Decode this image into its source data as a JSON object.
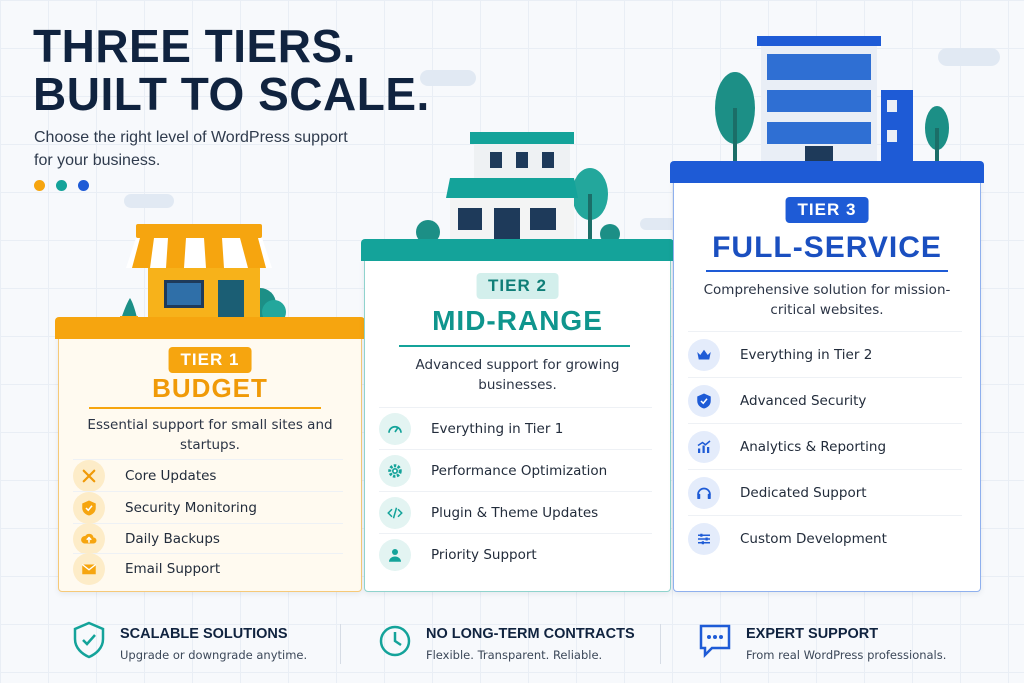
{
  "header": {
    "title_line1": "THREE TIERS.",
    "title_line2": "BUILT TO SCALE.",
    "subtitle": "Choose the right level of WordPress support for your business."
  },
  "colors": {
    "budget": "#f6a50f",
    "midrange": "#14a39a",
    "fullservice": "#1e5bd6",
    "navy": "#10233f"
  },
  "tiers": [
    {
      "badge": "TIER 1",
      "name": "BUDGET",
      "description": "Essential support for small sites and startups.",
      "features": [
        {
          "icon": "tools-icon",
          "label": "Core Updates"
        },
        {
          "icon": "shield-check-icon",
          "label": "Security Monitoring"
        },
        {
          "icon": "cloud-upload-icon",
          "label": "Daily Backups"
        },
        {
          "icon": "envelope-icon",
          "label": "Email Support"
        }
      ]
    },
    {
      "badge": "TIER 2",
      "name": "MID-RANGE",
      "description": "Advanced support for growing businesses.",
      "features": [
        {
          "icon": "speedometer-icon",
          "label": "Everything in Tier 1"
        },
        {
          "icon": "gear-icon",
          "label": "Performance Optimization"
        },
        {
          "icon": "code-icon",
          "label": "Plugin & Theme Updates"
        },
        {
          "icon": "user-icon",
          "label": "Priority Support"
        }
      ]
    },
    {
      "badge": "TIER 3",
      "name": "FULL-SERVICE",
      "description": "Comprehensive solution for mission-critical websites.",
      "features": [
        {
          "icon": "crown-icon",
          "label": "Everything in Tier 2"
        },
        {
          "icon": "shield-check-icon",
          "label": "Advanced Security"
        },
        {
          "icon": "analytics-icon",
          "label": "Analytics & Reporting"
        },
        {
          "icon": "headset-icon",
          "label": "Dedicated Support"
        },
        {
          "icon": "sliders-icon",
          "label": "Custom Development"
        }
      ]
    }
  ],
  "footer": [
    {
      "icon": "shield-check-icon",
      "title": "SCALABLE SOLUTIONS",
      "subtitle": "Upgrade or downgrade anytime."
    },
    {
      "icon": "clock-icon",
      "title": "NO LONG-TERM CONTRACTS",
      "subtitle": "Flexible. Transparent. Reliable."
    },
    {
      "icon": "chat-icon",
      "title": "EXPERT SUPPORT",
      "subtitle": "From real WordPress professionals."
    }
  ]
}
